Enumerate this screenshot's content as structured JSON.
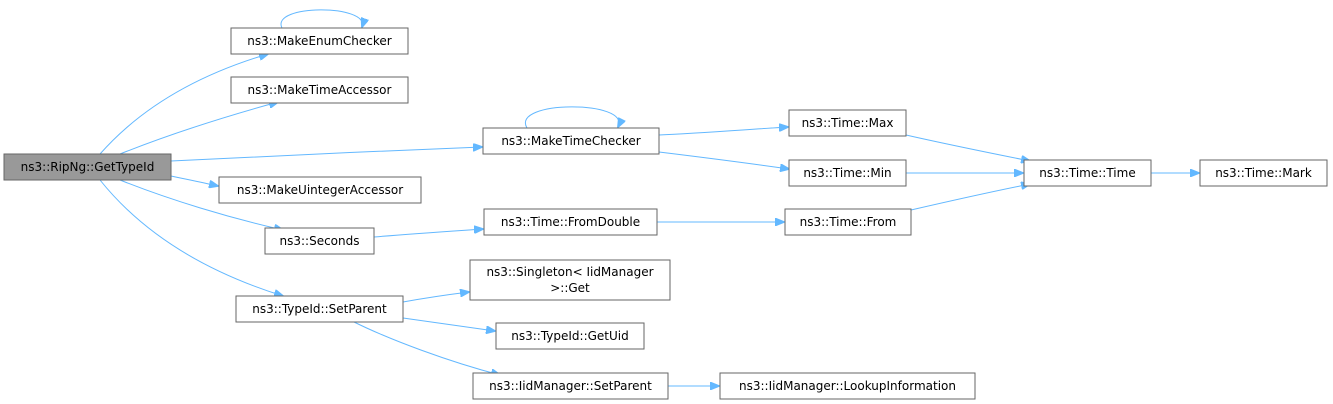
{
  "diagram": {
    "type": "call-graph",
    "nodes": {
      "root": "ns3::RipNg::GetTypeId",
      "make_enum_checker": "ns3::MakeEnumChecker",
      "make_time_accessor": "ns3::MakeTimeAccessor",
      "make_time_checker": "ns3::MakeTimeChecker",
      "make_uinteger_accessor": "ns3::MakeUintegerAccessor",
      "seconds": "ns3::Seconds",
      "typeid_setparent": "ns3::TypeId::SetParent",
      "time_max": "ns3::Time::Max",
      "time_min": "ns3::Time::Min",
      "time_fromdouble": "ns3::Time::FromDouble",
      "time_from": "ns3::Time::From",
      "time_time": "ns3::Time::Time",
      "time_mark": "ns3::Time::Mark",
      "singleton_get_line1": "ns3::Singleton< IidManager",
      "singleton_get_line2": ">::Get",
      "typeid_getuid": "ns3::TypeId::GetUid",
      "iidmanager_setparent": "ns3::IidManager::SetParent",
      "iidmanager_lookup": "ns3::IidManager::LookupInformation"
    },
    "edges": [
      [
        "root",
        "make_enum_checker"
      ],
      [
        "root",
        "make_time_accessor"
      ],
      [
        "root",
        "make_time_checker"
      ],
      [
        "root",
        "make_uinteger_accessor"
      ],
      [
        "root",
        "seconds"
      ],
      [
        "root",
        "typeid_setparent"
      ],
      [
        "make_enum_checker",
        "make_enum_checker"
      ],
      [
        "make_time_checker",
        "make_time_checker"
      ],
      [
        "make_time_checker",
        "time_max"
      ],
      [
        "make_time_checker",
        "time_min"
      ],
      [
        "seconds",
        "time_fromdouble"
      ],
      [
        "time_fromdouble",
        "time_from"
      ],
      [
        "time_max",
        "time_time"
      ],
      [
        "time_min",
        "time_time"
      ],
      [
        "time_from",
        "time_time"
      ],
      [
        "time_time",
        "time_mark"
      ],
      [
        "typeid_setparent",
        "singleton_get"
      ],
      [
        "typeid_setparent",
        "typeid_getuid"
      ],
      [
        "typeid_setparent",
        "iidmanager_setparent"
      ],
      [
        "iidmanager_setparent",
        "iidmanager_lookup"
      ]
    ],
    "colors": {
      "edge": "#63b8ff",
      "node_border": "#666666",
      "root_fill": "#999999"
    }
  }
}
